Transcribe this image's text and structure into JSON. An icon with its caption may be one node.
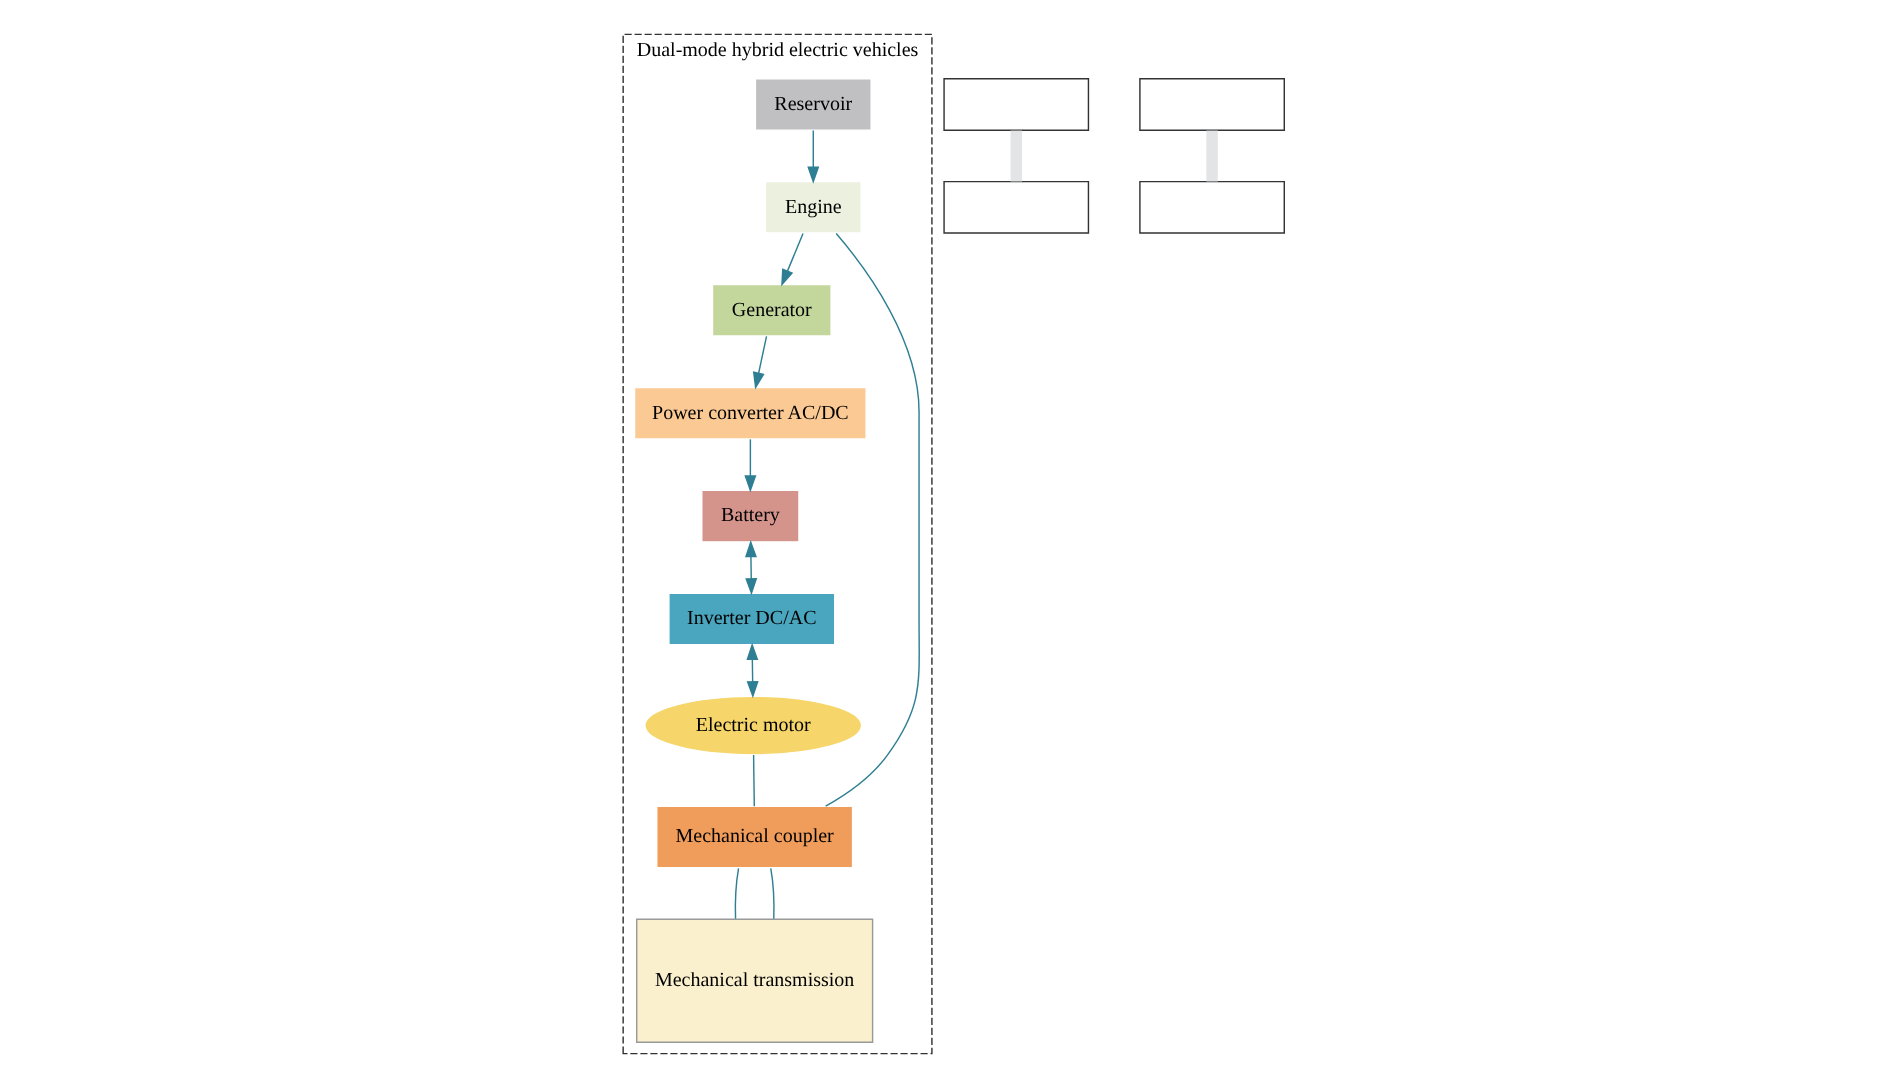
{
  "diagram": {
    "nodes": [
      {
        "text": [
          "Dual-mode hybrid electric vehicles"
        ]
      },
      {
        "text": [
          "Reservoir"
        ],
        "in": 0
      },
      {
        "text": [
          "Generator"
        ],
        "in": 0
      },
      {
        "text": [
          "Engine"
        ],
        "in": 0
      },
      {
        "text": [
          "Power converter AC/DC"
        ],
        "in": 0
      },
      {
        "text": [
          "Battery"
        ],
        "in": 0
      },
      {
        "text": [
          "Electric motor"
        ],
        "in": 0
      },
      {
        "text": [
          "Mechanical coupler"
        ],
        "in": 0
      },
      {
        "text": [
          "Mechanical transmission"
        ],
        "in": 0
      },
      {
        "text": [
          "Inverter DC/AC"
        ],
        "in": 0
      },
      {
        "text": [],
        "shape": "box"
      },
      {
        "text": [],
        "shape": "box"
      },
      {
        "text": [],
        "shape": "box"
      },
      {
        "text": [],
        "shape": "box"
      }
    ],
    "edges": [
      {
        "from": 1,
        "to": 3,
        "arrow": "to"
      },
      {
        "from": 3,
        "to": 2,
        "arrow": "to"
      },
      {
        "from": 2,
        "to": 4,
        "arrow": "to"
      },
      {
        "from": 4,
        "to": 5,
        "arrow": "to"
      },
      {
        "from": 5,
        "to": 9,
        "arrow": "both"
      },
      {
        "from": 9,
        "to": 6,
        "arrow": "both"
      },
      {
        "from": 3,
        "to": 7,
        "arrow": "none"
      },
      {
        "from": 6,
        "to": 7,
        "arrow": "none"
      },
      {
        "from": 7,
        "to": 8,
        "arrow": "none"
      },
      {
        "from": 7,
        "to": 8,
        "arrow": "none"
      },
      {
        "from": 10,
        "to": 12,
        "arrow": "none",
        "style": "thick",
        "color": "#e3e4e6"
      },
      {
        "from": 11,
        "to": 13,
        "arrow": "none",
        "style": "thick",
        "color": "#e3e4e6"
      }
    ]
  }
}
